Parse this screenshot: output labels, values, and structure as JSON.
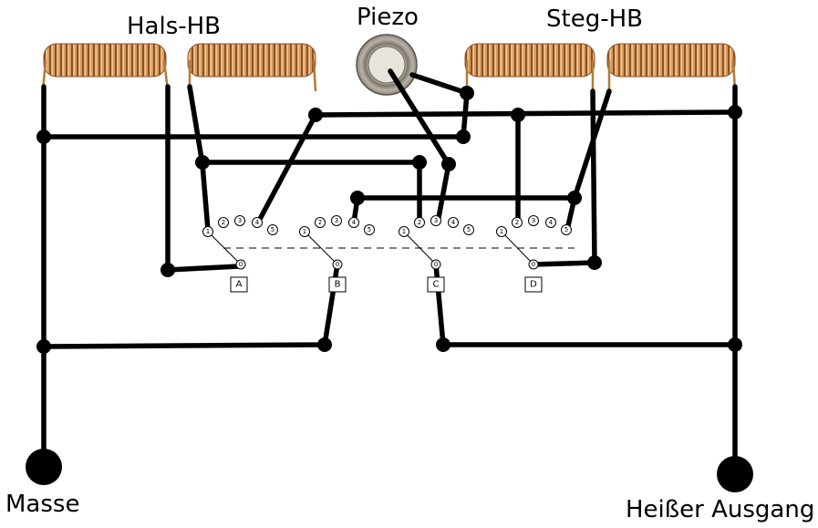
{
  "labels": {
    "neck_pickup": "Hals-HB",
    "piezo": "Piezo",
    "bridge_pickup": "Steg-HB",
    "ground": "Masse",
    "hot_output": "Heißer Ausgang"
  },
  "switches": [
    {
      "letter": "A",
      "positions": [
        "1",
        "2",
        "3",
        "4",
        "5"
      ],
      "common": "0"
    },
    {
      "letter": "B",
      "positions": [
        "1",
        "2",
        "3",
        "4",
        "5"
      ],
      "common": "0"
    },
    {
      "letter": "C",
      "positions": [
        "1",
        "2",
        "3",
        "4",
        "5"
      ],
      "common": "0"
    },
    {
      "letter": "D",
      "positions": [
        "1",
        "2",
        "3",
        "4",
        "5"
      ],
      "common": "0"
    }
  ],
  "colors": {
    "wire": "#000000",
    "coil_copper": "#c8844a",
    "piezo_disc": "#b8b2a8"
  }
}
